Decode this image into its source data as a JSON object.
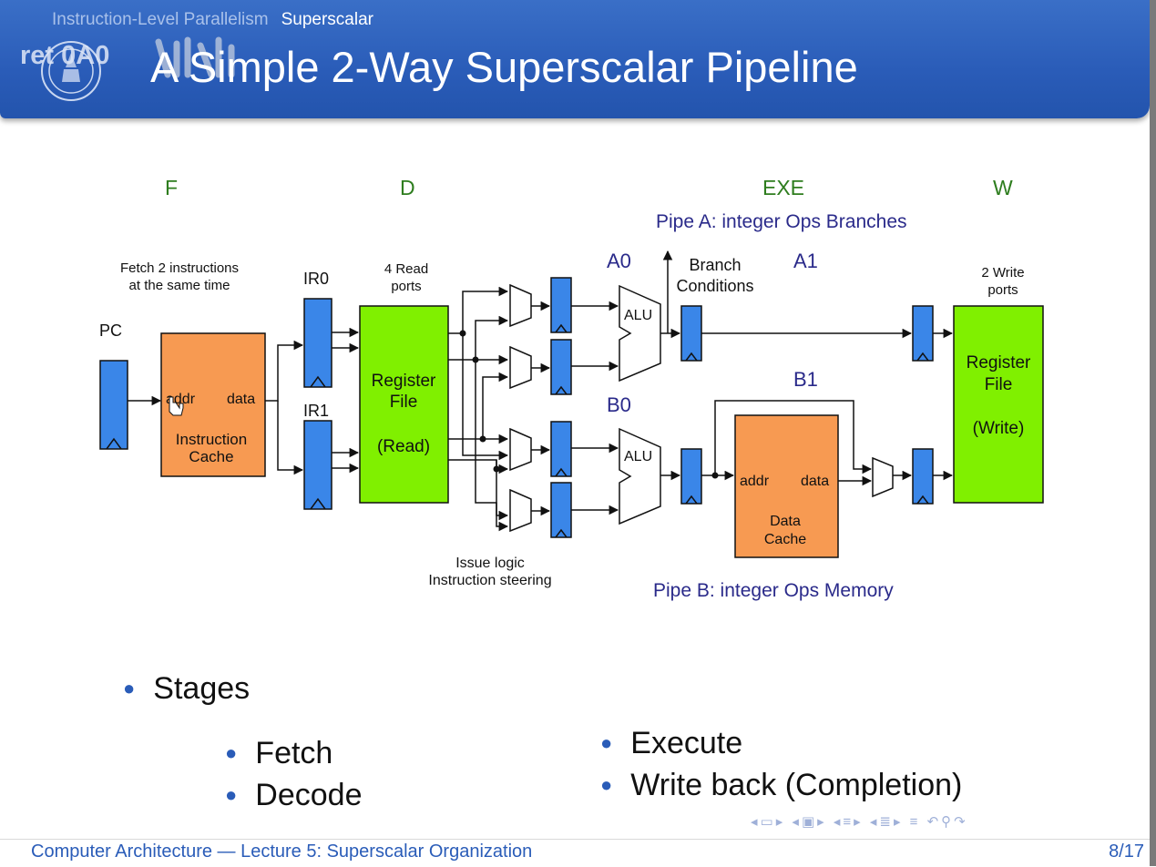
{
  "header": {
    "breadcrumb_section": "Instruction-Level Parallelism",
    "breadcrumb_current": "Superscalar",
    "title": "A Simple 2-Way Superscalar Pipeline",
    "overlay_tag": "ret 0A0"
  },
  "diagram": {
    "stage_labels": [
      "F",
      "D",
      "EXE",
      "W"
    ],
    "pipe_a": "Pipe A: integer Ops Branches",
    "pipe_b": "Pipe B: integer Ops Memory",
    "fetch_note_1": "Fetch 2 instructions",
    "fetch_note_2": "at the same time",
    "pc": "PC",
    "ir0": "IR0",
    "ir1": "IR1",
    "read_ports_1": "4 Read",
    "read_ports_2": "ports",
    "icache_addr": "addr",
    "icache_data": "data",
    "icache_1": "Instruction",
    "icache_2": "Cache",
    "regfile_read_1": "Register",
    "regfile_read_2": "File",
    "regfile_read_3": "(Read)",
    "a0": "A0",
    "b0": "B0",
    "a1": "A1",
    "b1": "B1",
    "alu": "ALU",
    "branch_1": "Branch",
    "branch_2": "Conditions",
    "write_ports_1": "2 Write",
    "write_ports_2": "ports",
    "regfile_write_1": "Register",
    "regfile_write_2": "File",
    "regfile_write_3": "(Write)",
    "dcache_addr": "addr",
    "dcache_data": "data",
    "dcache_1": "Data",
    "dcache_2": "Cache",
    "issue_1": "Issue logic",
    "issue_2": "Instruction steering",
    "colors": {
      "stage": "#2e7d1e",
      "pipe": "#2a2a8a",
      "register": "#3a86e8",
      "cache": "#f79a52",
      "regfile": "#80f000"
    }
  },
  "bullets": {
    "main": "Stages",
    "fetch": "Fetch",
    "decode": "Decode",
    "execute": "Execute",
    "writeback": "Write back (Completion)"
  },
  "footer": {
    "left": "Computer Architecture — Lecture 5: Superscalar Organization",
    "right": "8/17"
  }
}
